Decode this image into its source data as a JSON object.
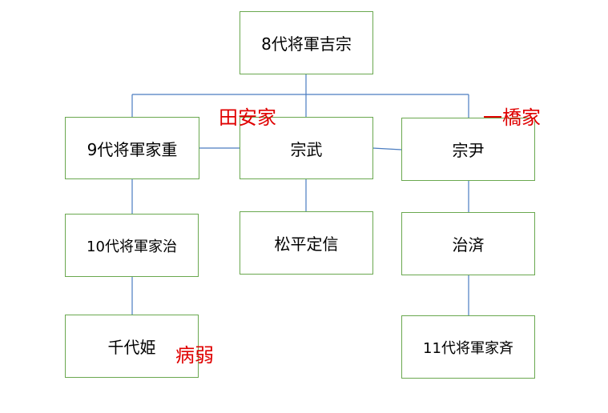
{
  "nodes": {
    "yoshimune": "8代将軍吉宗",
    "ieshige": "9代将軍家重",
    "munetake": "宗武",
    "munetada": "宗尹",
    "ieharu": "10代将軍家治",
    "matsudaira": "松平定信",
    "harusada": "治済",
    "chiyohime": "千代姫",
    "ienari": "11代将軍家斉"
  },
  "annotations": {
    "tayasu": "田安家",
    "hitotsubashi": "一橋家",
    "sickly": "病弱"
  },
  "colors": {
    "box_border": "#6aa84f",
    "connector": "#4a7cc0",
    "annotation": "#e00000"
  }
}
